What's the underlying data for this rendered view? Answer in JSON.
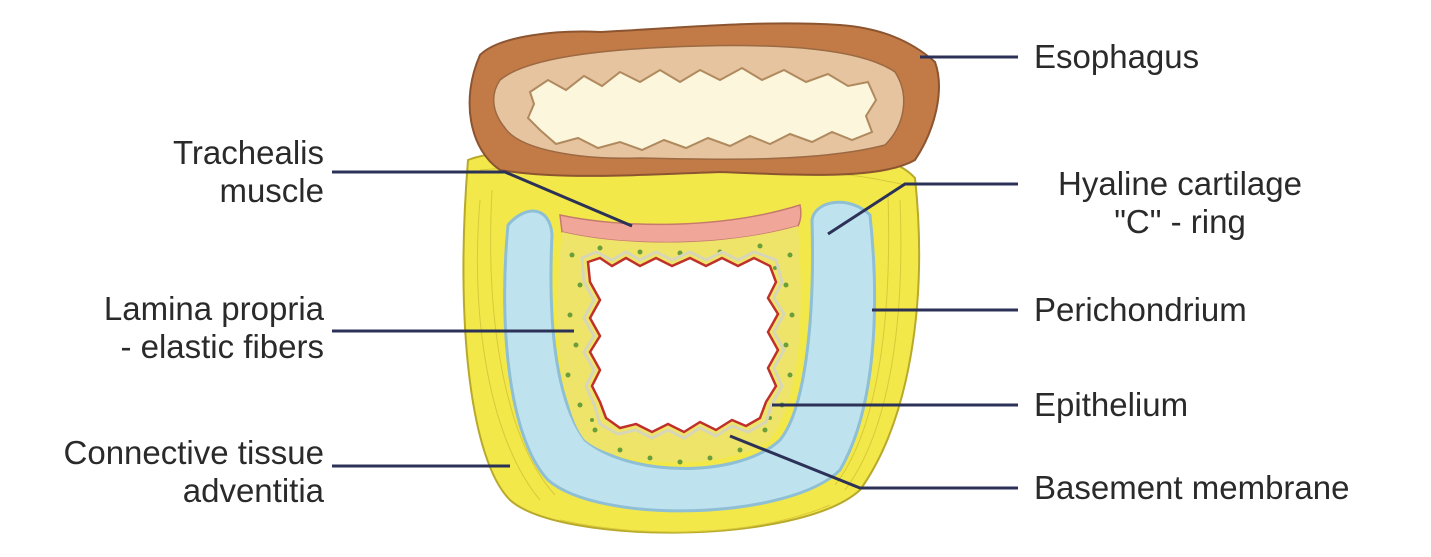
{
  "labels": {
    "esophagus": "Esophagus",
    "trachealis": [
      "Trachealis",
      "muscle"
    ],
    "hyaline": [
      "Hyaline cartilage",
      "\"C\" - ring"
    ],
    "lamina": [
      "Lamina propria",
      "- elastic fibers"
    ],
    "perichondrium": "Perichondrium",
    "epithelium": "Epithelium",
    "connective": [
      "Connective tissue",
      "adventitia"
    ],
    "basement": "Basement membrane"
  },
  "colors": {
    "esophagus_outer": "#c27a47",
    "esophagus_mid": "#e6c4a0",
    "esophagus_lumen": "#fbf6dc",
    "adventitia": "#f2e84a",
    "cartilage": "#bfe2ef",
    "trachealis": "#f0a79a",
    "epithelium_line": "#c0302a",
    "fiber_dots": "#6a9e3a",
    "leader_line": "#2c3157"
  }
}
